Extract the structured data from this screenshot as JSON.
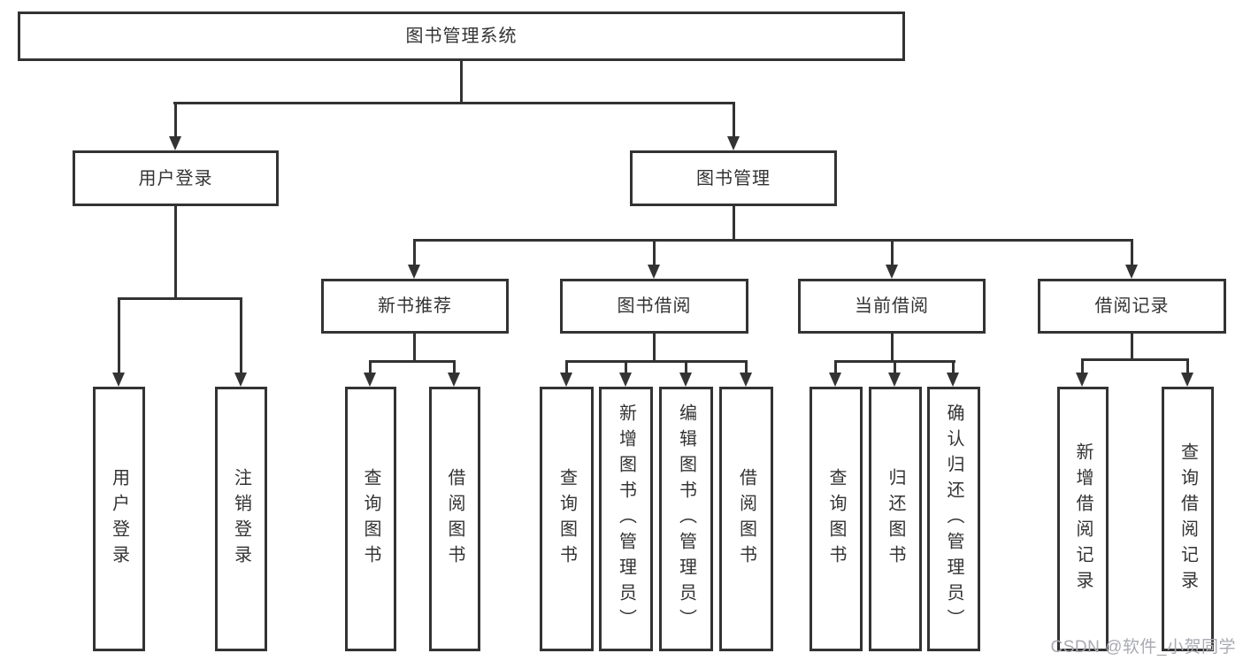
{
  "root": {
    "label": "图书管理系统"
  },
  "level2": [
    {
      "id": "user-login",
      "label": "用户登录"
    },
    {
      "id": "book-management",
      "label": "图书管理"
    }
  ],
  "level3": [
    {
      "id": "new-book-recommend",
      "label": "新书推荐",
      "parent": "book-management"
    },
    {
      "id": "book-borrow",
      "label": "图书借阅",
      "parent": "book-management"
    },
    {
      "id": "current-borrow",
      "label": "当前借阅",
      "parent": "book-management"
    },
    {
      "id": "borrow-records",
      "label": "借阅记录",
      "parent": "book-management"
    }
  ],
  "leaves": [
    {
      "group": "user-login",
      "label": "用户登录"
    },
    {
      "group": "user-login",
      "label": "注销登录"
    },
    {
      "group": "new-book-recommend",
      "label": "查询图书"
    },
    {
      "group": "new-book-recommend",
      "label": "借阅图书"
    },
    {
      "group": "book-borrow",
      "label": "查询图书"
    },
    {
      "group": "book-borrow",
      "label": "新增图书（管理员）"
    },
    {
      "group": "book-borrow",
      "label": "编辑图书（管理员）"
    },
    {
      "group": "book-borrow",
      "label": "借阅图书"
    },
    {
      "group": "current-borrow",
      "label": "查询图书"
    },
    {
      "group": "current-borrow",
      "label": "归还图书"
    },
    {
      "group": "current-borrow",
      "label": "确认归还（管理员）"
    },
    {
      "group": "borrow-records",
      "label": "新增借阅记录"
    },
    {
      "group": "borrow-records",
      "label": "查询借阅记录"
    }
  ],
  "watermark": "CSDN @软件_小贺同学",
  "colors": {
    "line": "#333333",
    "box_border": "#333333",
    "text": "#333333",
    "background": "#ffffff",
    "watermark": "#a9aab2"
  }
}
